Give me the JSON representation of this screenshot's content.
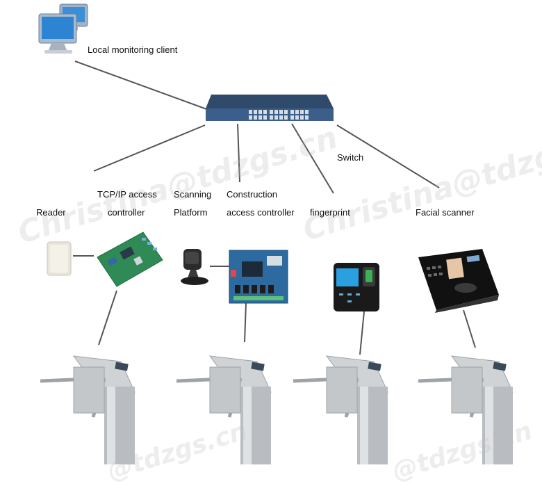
{
  "labels": {
    "local_client": "Local monitoring client",
    "switch": "Switch",
    "reader": "Reader",
    "tcpip_line1": "TCP/IP access",
    "tcpip_line2": "controller",
    "scanning_line1": "Scanning",
    "scanning_line2": "Platform",
    "construction_line1": "Construction",
    "construction_line2": "access controller",
    "fingerprint": "fingerprint",
    "facial": "Facial scanner"
  },
  "watermark": {
    "text1": "Christina@tdzgs.cn",
    "text2": "Christina@tdzgs.cn",
    "text3": "@tdzgs.cn",
    "text4": "@tdzgs.cn"
  },
  "colors": {
    "line": "#555555",
    "switch_body": "#3b5f8a",
    "board_green": "#2f8a55",
    "board_blue": "#2d6aa0",
    "steel": "#b9bcc0"
  },
  "icons": [
    "monitor-icon",
    "switch-icon",
    "card-reader-icon",
    "controller-board-icon",
    "barcode-scanner-icon",
    "fingerprint-terminal-icon",
    "face-scanner-icon",
    "turnstile-icon"
  ]
}
